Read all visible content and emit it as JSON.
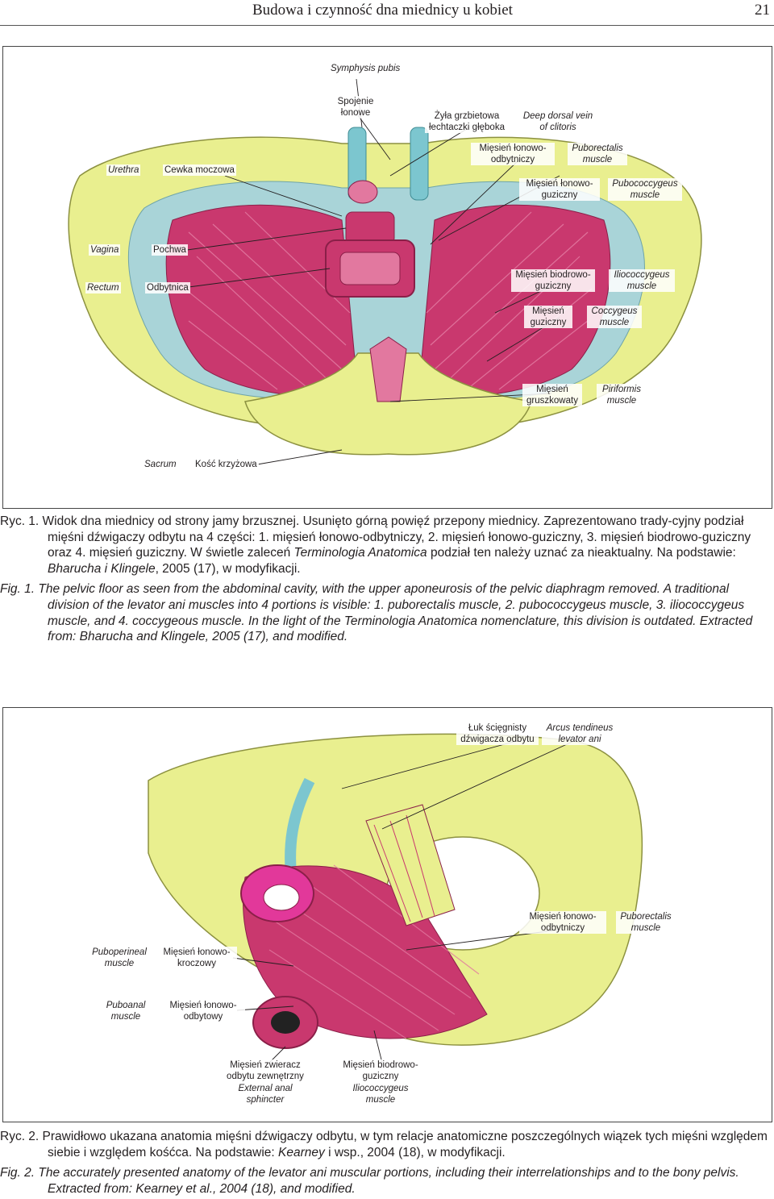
{
  "header": {
    "title": "Budowa i czynność dna miednicy u kobiet",
    "page_number": "21"
  },
  "figure1": {
    "labels": {
      "symphysis_en": "Symphysis pubis",
      "symphysis_pl": "Spojenie łonowe",
      "dorsal_vein_pl": "Żyła grzbietowa łechtaczki głębokа",
      "dorsal_vein_en": "Deep dorsal vein of clitoris",
      "urethra_en": "Urethra",
      "urethra_pl": "Cewka moczowa",
      "puborectalis_pl": "Mięsień łonowo-odbytniczy",
      "puborectalis_en": "Puborectalis muscle",
      "pubococcygeus_pl": "Mięsień łonowo-guziczny",
      "pubococcygeus_en": "Pubococcygeus muscle",
      "vagina_en": "Vagina",
      "vagina_pl": "Pochwa",
      "rectum_en": "Rectum",
      "rectum_pl": "Odbytnica",
      "iliococcygeus_pl": "Mięsień biodrowo-guziczny",
      "iliococcygeus_en": "Iliococcygeus muscle",
      "coccygeus_pl": "Mięsień guziczny",
      "coccygeus_en": "Coccygeus muscle",
      "piriformis_pl": "Mięsień gruszkowaty",
      "piriformis_en": "Piriformis muscle",
      "sacrum_en": "Sacrum",
      "sacrum_pl": "Kość krzyżowa"
    }
  },
  "caption1": {
    "pl_start": "Ryc. 1. Widok dna miednicy od strony jamy brzusznej. Usunięto górną powięź przepony miednicy. Zaprezentowano trady-cyjny podział mięśni dźwigaczy odbytu na 4 części: 1. mięsień łonowo-odbytniczy, 2. mięsień łonowo-guziczny, 3. mięsień biodrowo-guziczny oraz 4. mięsień guziczny. W świetle zaleceń ",
    "pl_italic": "Terminologia Anatomica",
    "pl_mid": " podział ten należy uznać za nieaktualny. Na podstawie: ",
    "pl_italic2": "Bharucha i Klingele",
    "pl_end": ", 2005 (17), w modyfikacji.",
    "en": "Fig. 1. The pelvic floor as seen from the abdominal cavity, with the upper aponeurosis of the pelvic diaphragm removed. A traditional division of the levator ani muscles into 4 portions is visible: 1. puborectalis muscle, 2. pubococcygeus muscle, 3. iliococcygeus muscle, and 4. coccygeous muscle. In the light of the Terminologia Anatomica nomenclature, this division is outdated. Extracted from: Bharucha and Klingele, 2005 (17), and modified."
  },
  "figure2": {
    "labels": {
      "arcus_pl": "Łuk ścięgnisty dźwigacza odbytu",
      "arcus_en": "Arcus tendineus levator ani",
      "puborectalis_pl": "Mięsień łonowo-odbytniczy",
      "puborectalis_en": "Puborectalis muscle",
      "puboperineal_en": "Puboperineal muscle",
      "puboperineal_pl": "Mięsień łonowo-kroczowy",
      "puboanal_en": "Puboanal muscle",
      "puboanal_pl": "Mięsień łonowo-odbytowy",
      "sphincter_pl": "Mięsień zwieracz odbytu zewnętrzny",
      "sphincter_en": "External anal sphincter",
      "iliococcygeus_pl": "Mięsień biodrowo-guziczny",
      "iliococcygeus_en": "Iliococcygeus muscle"
    }
  },
  "caption2": {
    "pl_start": "Ryc. 2. Prawidłowo ukazana anatomia mięśni dźwigaczy odbytu, w tym relacje anatomiczne poszczególnych wiązek tych mięśni względem siebie i względem kośćca. Na podstawie: ",
    "pl_italic": "Kearney",
    "pl_end": " i wsp., 2004 (18), w modyfikacji.",
    "en": "Fig. 2. The accurately presented anatomy of the levator ani muscular portions, including their interrelationships and to the bony pelvis. Extracted from: Kearney et al., 2004 (18), and modified."
  },
  "colors": {
    "bone": "#e9ef8f",
    "muscle": "#c9386e",
    "muscle_light": "#e2789f",
    "fascia": "#a9d4d8",
    "vessel": "#7cc6cf"
  }
}
